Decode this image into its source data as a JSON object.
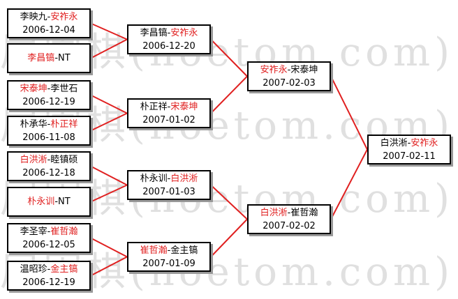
{
  "watermark": {
    "text": "展围棋(hoetom.com)"
  },
  "round1": [
    {
      "p1": "李映九",
      "p2": "安祚永",
      "winner": 2,
      "date": "2006-12-04"
    },
    {
      "p1": "李昌镐",
      "p2": "NT",
      "winner": 1,
      "date": ""
    },
    {
      "p1": "宋泰坤",
      "p2": "李世石",
      "winner": 1,
      "date": "2006-12-19"
    },
    {
      "p1": "朴承华",
      "p2": "朴正祥",
      "winner": 2,
      "date": "2006-11-08"
    },
    {
      "p1": "白洪淅",
      "p2": "睦镇硕",
      "winner": 1,
      "date": "2006-12-18"
    },
    {
      "p1": "朴永训",
      "p2": "NT",
      "winner": 1,
      "date": ""
    },
    {
      "p1": "李圣宰",
      "p2": "崔哲瀚",
      "winner": 2,
      "date": "2006-12-05"
    },
    {
      "p1": "温昭珍",
      "p2": "金主镐",
      "winner": 2,
      "date": "2006-12-19"
    }
  ],
  "round2": [
    {
      "p1": "李昌镐",
      "p2": "安祚永",
      "winner": 2,
      "date": "2006-12-20"
    },
    {
      "p1": "朴正祥",
      "p2": "宋泰坤",
      "winner": 2,
      "date": "2007-01-02"
    },
    {
      "p1": "朴永训",
      "p2": "白洪淅",
      "winner": 2,
      "date": "2007-01-03"
    },
    {
      "p1": "崔哲瀚",
      "p2": "金主镐",
      "winner": 1,
      "date": "2007-01-09"
    }
  ],
  "round3": [
    {
      "p1": "安祚永",
      "p2": "宋泰坤",
      "winner": 1,
      "date": "2007-02-03"
    },
    {
      "p1": "白洪淅",
      "p2": "崔哲瀚",
      "winner": 1,
      "date": "2007-02-02"
    }
  ],
  "final": [
    {
      "p1": "白洪淅",
      "p2": "安祚永",
      "winner": 2,
      "date": "2007-02-11"
    }
  ],
  "colors": {
    "winner": "#e02020",
    "connector": "#e02020",
    "text": "#000000"
  }
}
